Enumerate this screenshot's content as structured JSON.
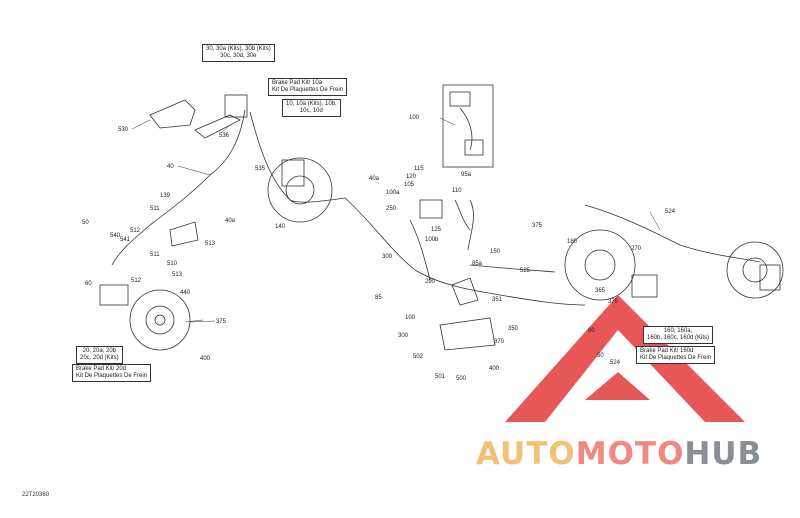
{
  "reference_code": "22T20360",
  "watermark": {
    "word_1": "AUTO",
    "word_2": "MOTO",
    "word_3": "HUB",
    "colors": {
      "triangle": "#e33a3a",
      "auto": "#f3c078",
      "moto": "#f08a80",
      "hub": "#8a8f96"
    }
  },
  "callout_boxes": {
    "top_a": {
      "line_1": "30, 30a (Kits), 30b (Kits)",
      "line_2": "30c, 30d, 30e"
    },
    "top_b": {
      "line_1": "Brake Pad Kit/ 10a",
      "line_2": "Kit De Plaquettes De Frein"
    },
    "top_c": {
      "line_1": "10, 10a (Kits), 10b,",
      "line_2": "10c, 10d"
    },
    "left_a": {
      "line_1": "20, 20a, 20b",
      "line_2": "20c, 20d (Kits)"
    },
    "left_b": {
      "line_1": "Brake Pad Kit/ 20d",
      "line_2": "Kit De Plaquettes De Frein"
    },
    "right_a": {
      "line_1": "160, 160a,",
      "line_2": "160b, 160c, 160d (Kits)"
    },
    "right_b": {
      "line_1": "Brake Pad Kit/ 160d",
      "line_2": "Kit De Plaquettes De Frein"
    }
  },
  "part_labels": [
    "530",
    "536",
    "535",
    "40",
    "40a",
    "139",
    "511",
    "512",
    "540",
    "541",
    "50",
    "60",
    "513",
    "510",
    "511",
    "512",
    "513",
    "440",
    "375",
    "400",
    "140",
    "100",
    "115",
    "120",
    "105",
    "95a",
    "100a",
    "110",
    "250",
    "125",
    "100b",
    "150",
    "40a",
    "300",
    "85a",
    "525",
    "290",
    "351",
    "85",
    "350",
    "100",
    "300",
    "370",
    "502",
    "501",
    "500",
    "400",
    "375",
    "180",
    "270",
    "365",
    "375",
    "60",
    "50",
    "524"
  ]
}
